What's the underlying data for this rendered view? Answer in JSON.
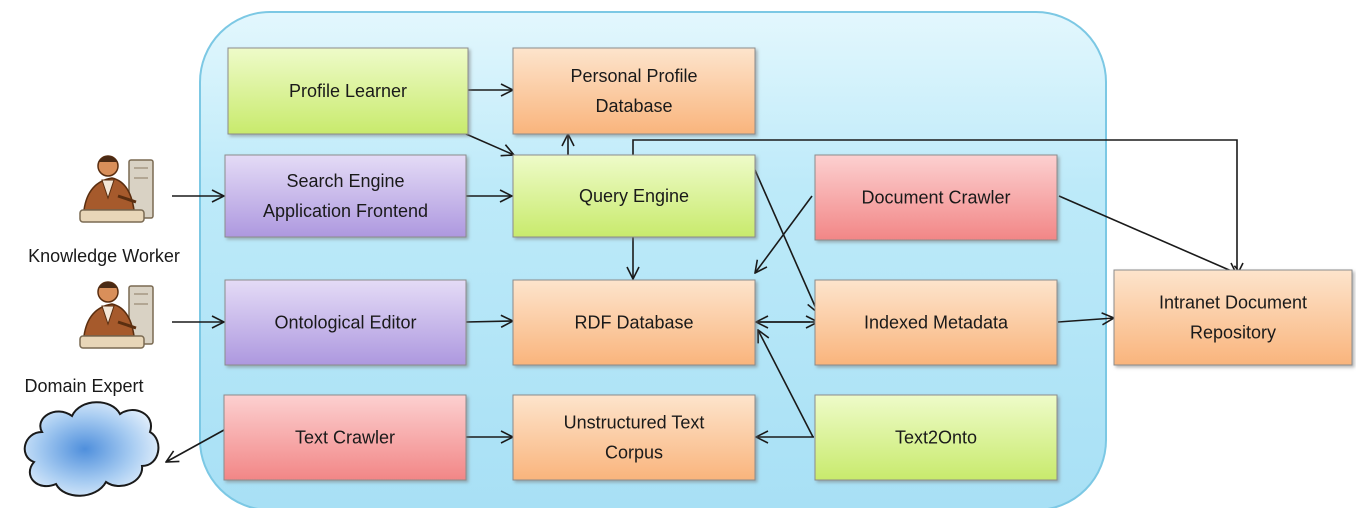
{
  "colors": {
    "green": "#d8f28a",
    "orange": "#fbc79a",
    "purple": "#c7b7e8",
    "red": "#f7a6a6",
    "system_background": "#bfe9f8"
  },
  "actors": {
    "knowledge_worker": {
      "label": "Knowledge Worker",
      "icon": "person-at-computer-icon"
    },
    "domain_expert": {
      "label": "Domain Expert",
      "icon": "person-at-computer-icon"
    },
    "web": {
      "icon": "cloud-icon"
    }
  },
  "components": {
    "profile_learner": {
      "lines": [
        "Profile Learner"
      ],
      "color": "green"
    },
    "personal_profile_db": {
      "lines": [
        "Personal Profile",
        "Database"
      ],
      "color": "orange"
    },
    "search_frontend": {
      "lines": [
        "Search Engine",
        "Application Frontend"
      ],
      "color": "purple"
    },
    "query_engine": {
      "lines": [
        "Query Engine"
      ],
      "color": "green"
    },
    "document_crawler": {
      "lines": [
        "Document Crawler"
      ],
      "color": "red"
    },
    "ontological_editor": {
      "lines": [
        "Ontological Editor"
      ],
      "color": "purple"
    },
    "rdf_database": {
      "lines": [
        "RDF Database"
      ],
      "color": "orange"
    },
    "indexed_metadata": {
      "lines": [
        "Indexed Metadata"
      ],
      "color": "orange"
    },
    "intranet_repository": {
      "lines": [
        "Intranet Document",
        "Repository"
      ],
      "color": "orange"
    },
    "text_crawler": {
      "lines": [
        "Text Crawler"
      ],
      "color": "red"
    },
    "unstructured_corpus": {
      "lines": [
        "Unstructured Text",
        "Corpus"
      ],
      "color": "orange"
    },
    "text2onto": {
      "lines": [
        "Text2Onto"
      ],
      "color": "green"
    }
  },
  "connections": [
    {
      "from": "profile_learner",
      "to": "personal_profile_db"
    },
    {
      "from": "profile_learner",
      "to": "query_engine"
    },
    {
      "from": "query_engine",
      "to": "personal_profile_db"
    },
    {
      "from": "knowledge_worker",
      "to": "search_frontend"
    },
    {
      "from": "search_frontend",
      "to": "query_engine"
    },
    {
      "from": "query_engine",
      "to": "intranet_repository"
    },
    {
      "from": "query_engine",
      "to": "rdf_database"
    },
    {
      "from": "query_engine",
      "to": "indexed_metadata"
    },
    {
      "from": "document_crawler",
      "to": "rdf_database"
    },
    {
      "from": "document_crawler",
      "to": "intranet_repository"
    },
    {
      "from": "domain_expert",
      "to": "ontological_editor"
    },
    {
      "from": "ontological_editor",
      "to": "rdf_database"
    },
    {
      "from": "indexed_metadata",
      "to": "rdf_database"
    },
    {
      "from": "rdf_database",
      "to": "indexed_metadata"
    },
    {
      "from": "indexed_metadata",
      "to": "intranet_repository"
    },
    {
      "from": "text_crawler",
      "to": "web"
    },
    {
      "from": "text_crawler",
      "to": "unstructured_corpus"
    },
    {
      "from": "text2onto",
      "to": "unstructured_corpus"
    },
    {
      "from": "text2onto",
      "to": "rdf_database"
    }
  ]
}
